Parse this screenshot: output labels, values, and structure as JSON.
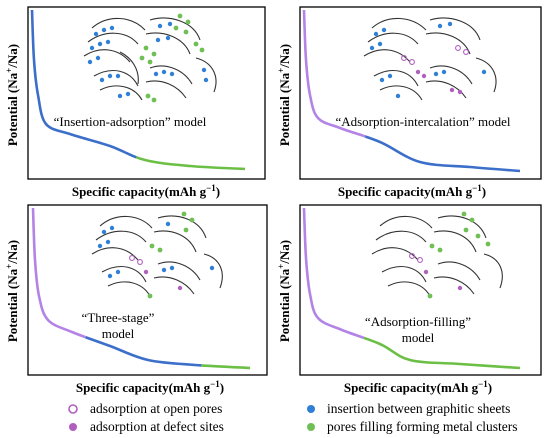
{
  "colors": {
    "blue": "#3b6fc9",
    "purple": "#b383e6",
    "green": "#6cbf45",
    "dot_blue": "#2f7fd6",
    "dot_purple": "#b05fc0",
    "dot_green": "#6fbf55",
    "frame": "#000000"
  },
  "ylabel_main": "Potential (Na",
  "ylabel_sup": "+",
  "ylabel_end": "/Na)",
  "xlabel_main": "Specific capacity(mAh  g",
  "xlabel_sup": "−1",
  "xlabel_end": ")",
  "panels": [
    {
      "model_line1": "“Insertion-adsorption” model",
      "model_line2": "",
      "segments": [
        "blue",
        "green"
      ]
    },
    {
      "model_line1": "“Adsorption-intercalation” model",
      "model_line2": "",
      "segments": [
        "purple",
        "blue"
      ]
    },
    {
      "model_line1": "“Three-stage”",
      "model_line2": "model",
      "segments": [
        "purple",
        "blue",
        "green"
      ]
    },
    {
      "model_line1": "“Adsorption-filling”",
      "model_line2": "model",
      "segments": [
        "purple",
        "green"
      ]
    }
  ],
  "legend": [
    {
      "label": "adsorption at open pores",
      "marker": "open-ring",
      "color": "dot_purple"
    },
    {
      "label": "adsorption at defect sites",
      "marker": "filled",
      "color": "dot_purple"
    },
    {
      "label": "insertion between graphitic sheets",
      "marker": "filled",
      "color": "dot_blue"
    },
    {
      "label": "pores filling forming metal clusters",
      "marker": "filled",
      "color": "dot_green"
    }
  ]
}
